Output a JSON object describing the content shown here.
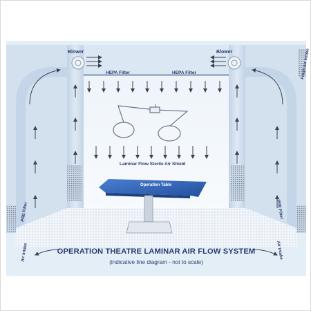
{
  "labels": {
    "blower_left": "Blower",
    "blower_right": "Blower",
    "hepa_left": "HEPA Filter",
    "hepa_right": "HEPA Filter",
    "fresh_air": "Fresh Air Intake",
    "shield": "Laminar Flow Sterile Air Shield",
    "table": "Operation Table",
    "pre_filter_left": "PRE Filter",
    "pre_filter_right": "PRE Filter",
    "air_intake_left": "Air Intake",
    "air_intake_right": "Air Intake"
  },
  "caption": {
    "title": "OPERATION THEATRE LAMINAR AIR FLOW SYSTEM",
    "subtitle": "(indicative line diagram - not to scale)"
  },
  "colors": {
    "wall": "#d2e0ee",
    "room": "#e9f1f8",
    "arrow": "#3a4150",
    "label": "#2c3b6e",
    "table_top": "#2f5fb5"
  }
}
